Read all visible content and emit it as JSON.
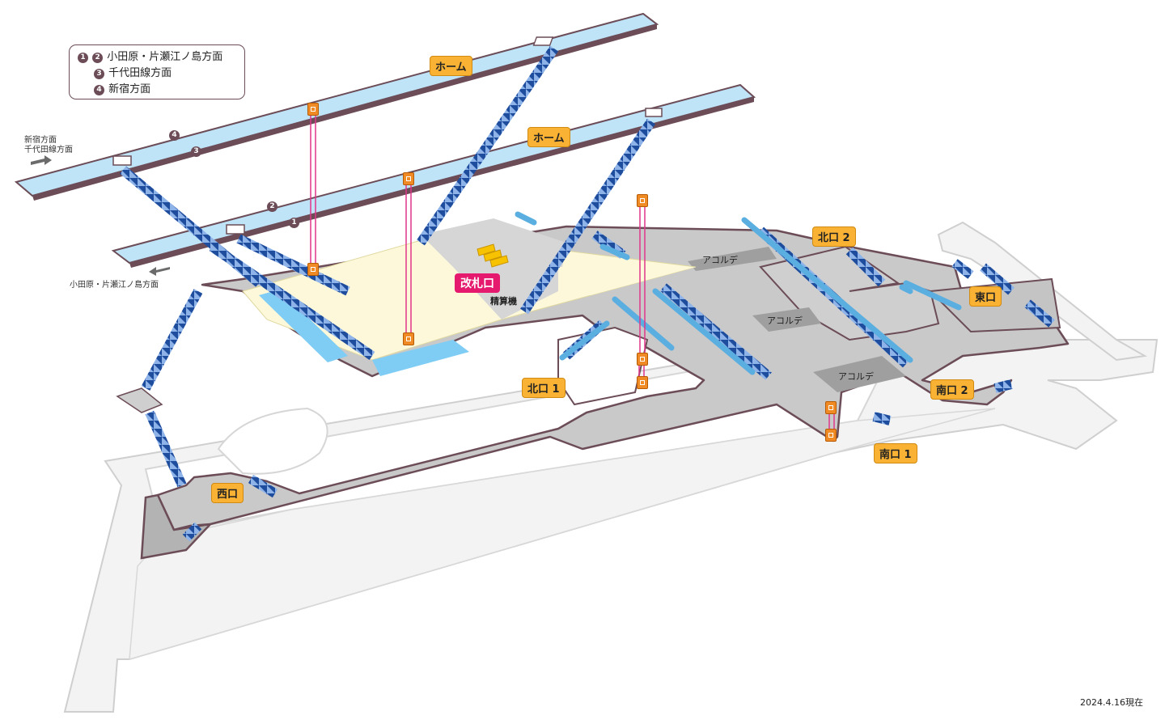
{
  "legend": {
    "row1_nums": [
      "1",
      "2"
    ],
    "row1_text": "小田原・片瀬江ノ島方面",
    "row2_num": "3",
    "row2_text": "千代田線方面",
    "row3_num": "4",
    "row3_text": "新宿方面"
  },
  "directions": {
    "shinjuku": "新宿方面",
    "chiyoda": "千代田線方面",
    "odawara": "小田原・片瀬江ノ島方面"
  },
  "platforms": {
    "upper_label": "ホーム",
    "lower_label": "ホーム",
    "track_nums": [
      "4",
      "3",
      "2",
      "1"
    ]
  },
  "gate": {
    "label": "改札口",
    "fare_adjust": "精算機"
  },
  "tenants": [
    "アコルデ",
    "アコルデ",
    "アコルデ"
  ],
  "exits": {
    "north1": "北口 1",
    "north2": "北口 2",
    "east": "東口",
    "south1": "南口 1",
    "south2": "南口 2",
    "west": "西口"
  },
  "date_stamp": "2024.4.16現在",
  "colors": {
    "platform": "#bfe3f7",
    "concourse": "#c8c8c8",
    "gate_area": "#fdf8d9",
    "stairs": "#2b5aa8",
    "escalator": "#5aaee0",
    "elevator": "#f08a24",
    "callout": "#f9b233",
    "gate_label": "#e5196e",
    "outline": "#6b4c57"
  },
  "icons": [
    "elevator-icon",
    "stairs-icon",
    "escalator-icon",
    "direction-arrow-icon"
  ]
}
